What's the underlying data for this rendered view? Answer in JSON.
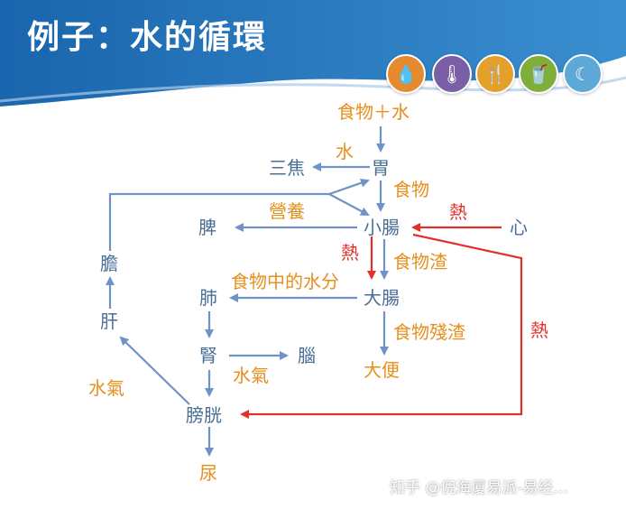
{
  "slide": {
    "title": "例子：水的循環",
    "watermark": "知乎 @倪海厦易派-易经..."
  },
  "icons": [
    {
      "name": "water-drop-icon",
      "color": "#e58a2e",
      "glyph": "💧"
    },
    {
      "name": "thermometer-icon",
      "color": "#7b5fa6",
      "glyph": "🌡"
    },
    {
      "name": "fork-knife-icon",
      "color": "#e5a02a",
      "glyph": "🍴"
    },
    {
      "name": "cup-icon",
      "color": "#7fae3a",
      "glyph": "🥤"
    },
    {
      "name": "moon-icon",
      "color": "#5ea8d8",
      "glyph": "☾"
    }
  ],
  "nodes": {
    "food_water": "食物＋水",
    "sanjiao": "三焦",
    "stomach": "胃",
    "small_intestine": "小腸",
    "heart": "心",
    "spleen": "脾",
    "gallbladder": "膽",
    "liver": "肝",
    "lung": "肺",
    "large_intestine": "大腸",
    "kidney": "腎",
    "brain": "腦",
    "bladder": "膀胱",
    "urine": "尿",
    "stool": "大便"
  },
  "labels": {
    "water": "水",
    "food": "食物",
    "nutrition": "營養",
    "heat_1": "熱",
    "heat_2": "熱",
    "heat_3": "熱",
    "food_residue": "食物渣",
    "water_in_food": "食物中的水分",
    "food_remains": "食物殘渣",
    "water_vapor_1": "水氣",
    "water_vapor_2": "水氣"
  },
  "colors": {
    "node": "#4a6f96",
    "label": "#e6901f",
    "heat": "#e2312a",
    "arrow": "#6f93c6",
    "banner": "#1e6fb4"
  }
}
